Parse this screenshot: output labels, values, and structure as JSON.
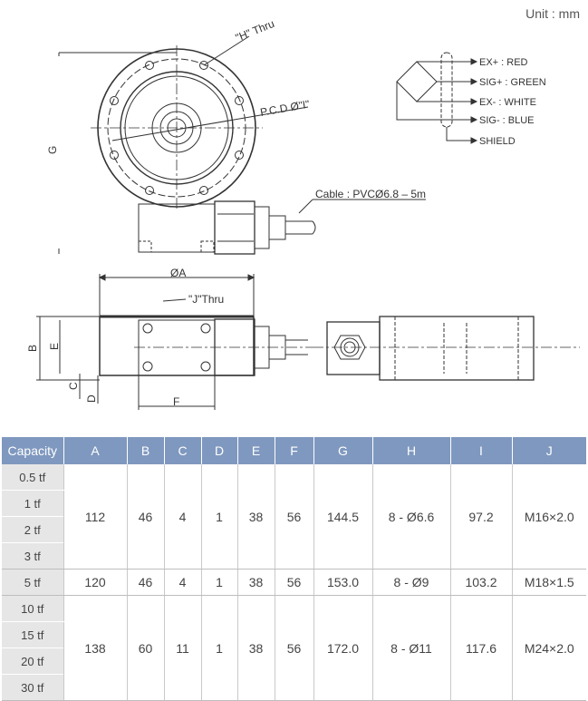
{
  "unit_label": "Unit : mm",
  "drawing": {
    "h_thru": "\"H\" Thru",
    "pcd": "P.C.D Ø\"I\"",
    "g": "G",
    "cable": "Cable : PVCØ6.8 – 5m",
    "oa": "ØA",
    "j_thru": "\"J\"Thru",
    "b": "B",
    "e": "E",
    "c": "C",
    "d": "D",
    "f": "F",
    "wiring": [
      "EX+ : RED",
      "SIG+ : GREEN",
      "EX- : WHITE",
      "SIG- : BLUE",
      "SHIELD"
    ]
  },
  "table": {
    "headers": [
      "Capacity",
      "A",
      "B",
      "C",
      "D",
      "E",
      "F",
      "G",
      "H",
      "I",
      "J"
    ],
    "groups": [
      {
        "capacities": [
          "0.5 tf",
          "1 tf",
          "2 tf",
          "3 tf"
        ],
        "values": [
          "112",
          "46",
          "4",
          "1",
          "38",
          "56",
          "144.5",
          "8 - Ø6.6",
          "97.2",
          "M16×2.0"
        ]
      },
      {
        "capacities": [
          "5 tf"
        ],
        "values": [
          "120",
          "46",
          "4",
          "1",
          "38",
          "56",
          "153.0",
          "8 - Ø9",
          "103.2",
          "M18×1.5"
        ]
      },
      {
        "capacities": [
          "10 tf",
          "15 tf",
          "20 tf",
          "30 tf"
        ],
        "values": [
          "138",
          "60",
          "11",
          "1",
          "38",
          "56",
          "172.0",
          "8 - Ø11",
          "117.6",
          "M24×2.0"
        ]
      }
    ]
  },
  "colors": {
    "header_bg": "#7f98bf",
    "capacity_bg": "#e6e6e6"
  }
}
